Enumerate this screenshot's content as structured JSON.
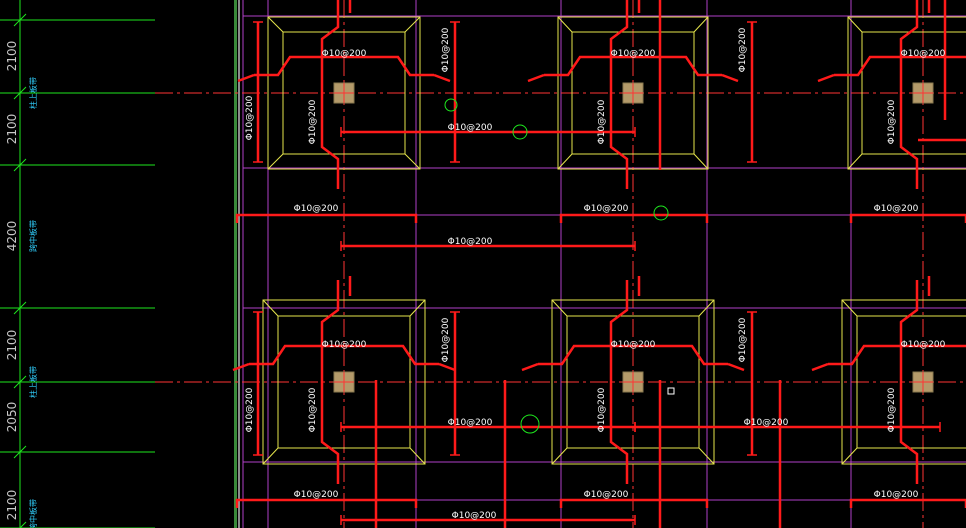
{
  "colors": {
    "background": "#000000",
    "rebar": "#ff1a1a",
    "axis_line": "#ff3333",
    "footing_outline": "#e6e64c",
    "column": "#b49a6a",
    "grid_purple": "#b040c8",
    "dimension_green": "#1ee61e",
    "dimension_text": "#c8c8c8",
    "axis_tag_cyan": "#30d0ff",
    "rebar_text": "#ffffff"
  },
  "dimensions": {
    "values": [
      "2100",
      "2100",
      "4200",
      "2100",
      "2050",
      "2100"
    ]
  },
  "axis_tags": [
    "柱上板带",
    "跨中板带",
    "柱上板带",
    "跨中板带"
  ],
  "rebar_label": "Φ10@200",
  "cursor_marker": "square"
}
